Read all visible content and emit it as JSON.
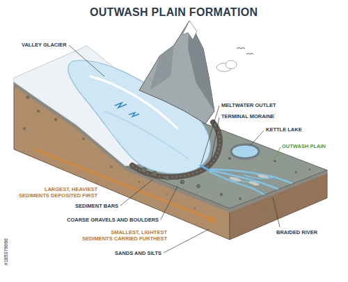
{
  "diagram": {
    "title": "OUTWASH PLAIN FORMATION",
    "labels": [
      "VALLEY GLACIER",
      "MELTWATER OUTLET",
      "TERMINAL MORAINE",
      "KETTLE LAKE",
      "OUTWASH PLAIN",
      "LARGEST, HEAVIEST SEDIMENTS DEPOSITED FIRST",
      "SEDIMENT BARS",
      "COARSE GRAVELS AND BOULDERS",
      "SMALLEST, LIGHTEST SEDIMENTS CARRIED FURTHEST",
      "SANDS AND SILTS",
      "BRAIDED RIVER",
      "#185379060"
    ]
  }
}
